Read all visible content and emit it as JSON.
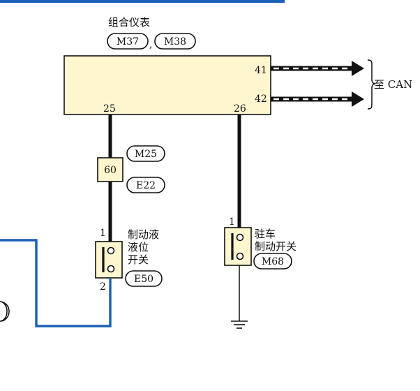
{
  "colors": {
    "module_fill": "#fdf6cf",
    "wire_black": "#111111",
    "wire_blue": "#1a5fb4",
    "can_dash": "#ffffff"
  },
  "cluster": {
    "title": "组合仪表",
    "conn_a": "M37",
    "separator": ",",
    "conn_b": "M38",
    "pin_41": "41",
    "pin_42": "42",
    "pin_25": "25",
    "pin_26": "26",
    "can_label": "至 CAN"
  },
  "inline_connector": {
    "pin": "60",
    "conn_top": "M25",
    "conn_bottom": "E22"
  },
  "fluid_switch": {
    "label_line1": "制动液",
    "label_line2": "液位",
    "label_line3": "开关",
    "pin_1": "1",
    "pin_2": "2",
    "conn": "E50"
  },
  "park_switch": {
    "label_line1": "驻车",
    "label_line2": "制动开关",
    "pin_1": "1",
    "conn": "M68",
    "ground": "ground-symbol"
  }
}
